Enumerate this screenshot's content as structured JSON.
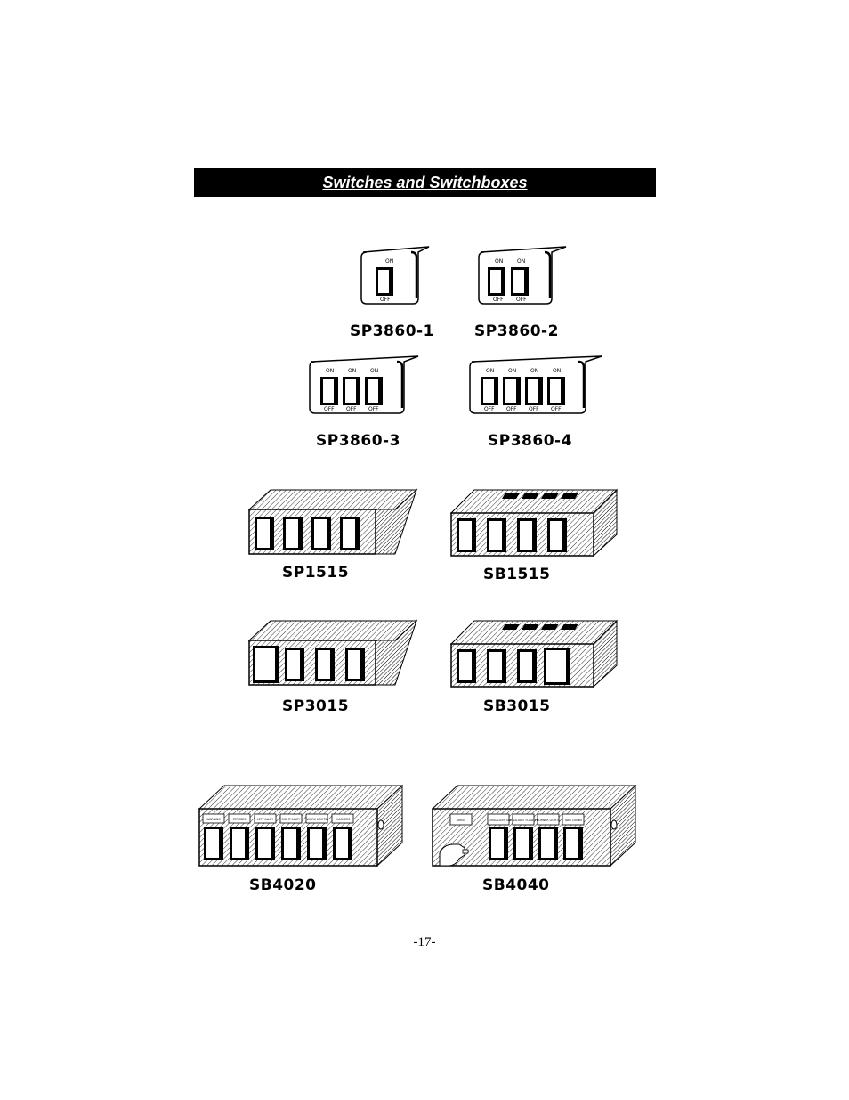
{
  "header": {
    "title": "Switches and Switchboxes"
  },
  "models": {
    "sp3860_1": "SP3860-1",
    "sp3860_2": "SP3860-2",
    "sp3860_3": "SP3860-3",
    "sp3860_4": "SP3860-4",
    "sp1515": "SP1515",
    "sb1515": "SB1515",
    "sp3015": "SP3015",
    "sb3015": "SB3015",
    "sb4020": "SB4020",
    "sb4040": "SB4040"
  },
  "switch_text": {
    "on": "ON",
    "off": "OFF"
  },
  "sb4020_labels": [
    "WARNING",
    "STROBES",
    "LEFT ALLEY",
    "RIGHT ALLEY",
    "WORK LIGHTS",
    "FLASHERS"
  ],
  "sb4040_labels": [
    "SIREN",
    "GRILL LIGHTS",
    "HEADLIGHT FLASHER",
    "CORNER LIGHTS",
    "TAKE DOWN"
  ],
  "footer": {
    "page_number": "-17-"
  }
}
